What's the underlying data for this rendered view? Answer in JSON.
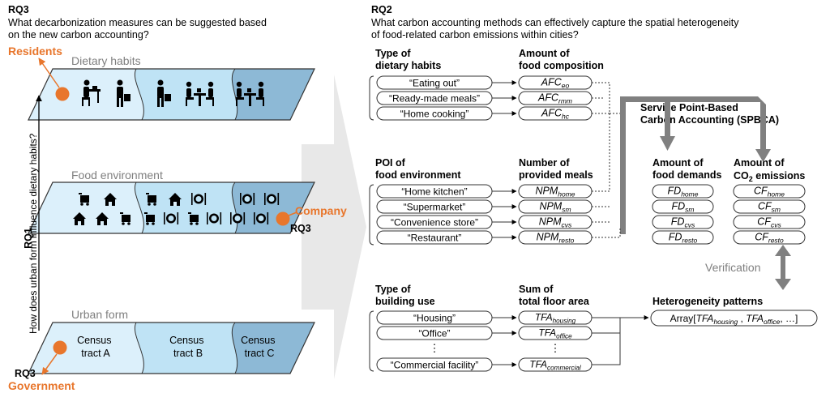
{
  "left": {
    "rq3_title": "RQ3",
    "rq3_question_line1": "What decarbonization measures can be suggested based",
    "rq3_question_line2": "on the new carbon accounting?",
    "residents": "Residents",
    "company": "Company",
    "government": "Government",
    "rq3_company": "RQ3",
    "rq3_government": "RQ3",
    "rq1": "RQ1",
    "rq1_question": "How does urban form influence dietary habits?",
    "layer_dietary": "Dietary habits",
    "layer_food_env": "Food environment",
    "layer_urban_form": "Urban form",
    "census_a_line1": "Census",
    "census_a_line2": "tract A",
    "census_b_line1": "Census",
    "census_b_line2": "tract B",
    "census_c_line1": "Census",
    "census_c_line2": "tract C"
  },
  "right": {
    "rq2_title": "RQ2",
    "rq2_question_line1": "What carbon accounting methods can effectively capture the spatial heterogeneity",
    "rq2_question_line2": "of food-related carbon emissions within cities?",
    "hdr_type_dietary_1": "Type of",
    "hdr_type_dietary_2": "dietary habits",
    "hdr_amount_food_1": "Amount of",
    "hdr_amount_food_2": "food composition",
    "diet_items": [
      "“Eating out”",
      "“Ready-made meals”",
      "“Home cooking”"
    ],
    "afc_base": "AFC",
    "afc_subs": [
      "eo",
      "rmm",
      "hc"
    ],
    "spbca_line1": "Service Point-Based",
    "spbca_line2": "Carbon Accounting (SPBCA)",
    "hdr_poi_1": "POI of",
    "hdr_poi_2": "food environment",
    "hdr_npm_1": "Number of",
    "hdr_npm_2": "provided meals",
    "poi_items": [
      "“Home kitchen”",
      "“Supermarket”",
      "“Convenience store”",
      "“Restaurant”"
    ],
    "npm_base": "NPM",
    "npm_subs": [
      "home",
      "sm",
      "cvs",
      "resto"
    ],
    "hdr_fd_1": "Amount of",
    "hdr_fd_2": "food demands",
    "fd_base": "FD",
    "fd_subs": [
      "home",
      "sm",
      "cvs",
      "resto"
    ],
    "hdr_co2_1": "Amount of",
    "hdr_co2_2a": "CO",
    "hdr_co2_2sub": "2",
    "hdr_co2_2b": " emissions",
    "cf_base": "CF",
    "cf_subs": [
      "home",
      "sm",
      "cvs",
      "resto"
    ],
    "verification": "Verification",
    "hdr_building_1": "Type of",
    "hdr_building_2": "building use",
    "hdr_tfa_1": "Sum of",
    "hdr_tfa_2": "total floor area",
    "building_items": [
      "“Housing”",
      "“Office”",
      "⋮",
      "“Commercial facility”"
    ],
    "tfa_base": "TFA",
    "tfa_subs": [
      "housing",
      "office",
      "",
      "commercial"
    ],
    "tfa_dots": "⋮",
    "hetero_title": "Heterogeneity patterns",
    "array_prefix": "Array[",
    "array_sep": " , ",
    "array_suffix": ", …]"
  },
  "colors": {
    "orange": "#E8762C",
    "band_light": "#DCF0FB",
    "band_mid": "#BFE3F5",
    "band_dark": "#8DB9D6",
    "gray_text": "#7F7F7F",
    "arrow_gray": "#808080",
    "big_arrow": "#E8E8E8"
  },
  "icons": {
    "dietary": [
      "person-at-desk-icon",
      "person-with-bag-icon",
      "person-with-bag-icon",
      "two-people-at-table-icon",
      "two-people-at-table-icon"
    ],
    "food_env": [
      "shopping-cart-icon",
      "house-icon",
      "cutlery-plate-icon"
    ]
  }
}
